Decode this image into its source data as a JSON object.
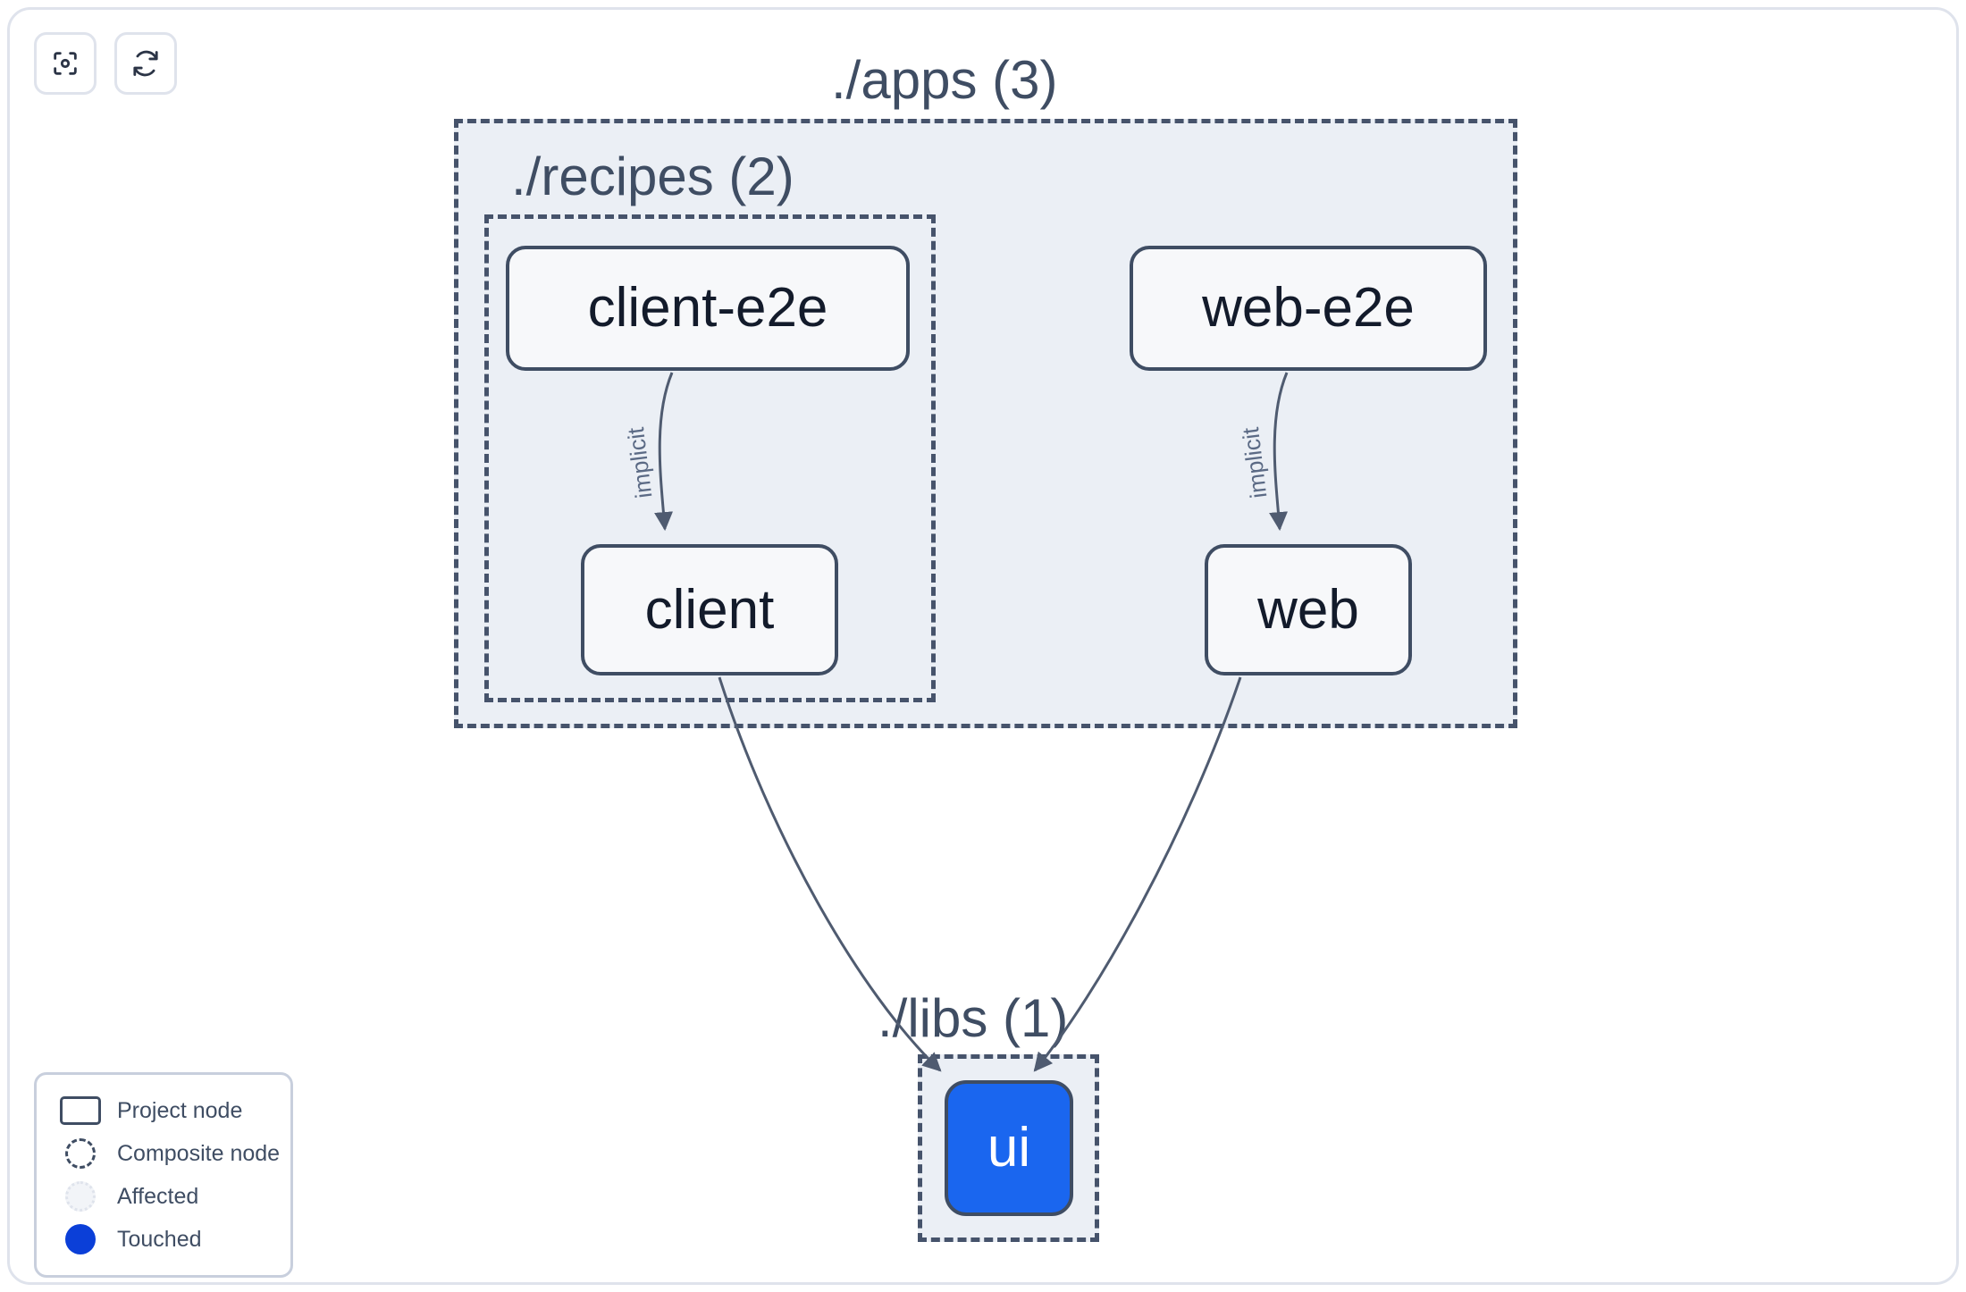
{
  "toolbar": {
    "buttons": [
      {
        "name": "focus-graph-button",
        "icon": "focus-icon",
        "label": ""
      },
      {
        "name": "refresh-graph-button",
        "icon": "refresh-icon",
        "label": ""
      }
    ]
  },
  "graph": {
    "groups": [
      {
        "id": "apps",
        "label": "./apps (3)",
        "count": 3
      },
      {
        "id": "recipes",
        "label": "./recipes (2)",
        "count": 2
      },
      {
        "id": "libs",
        "label": "./libs (1)",
        "count": 1
      }
    ],
    "nodes": [
      {
        "id": "client-e2e",
        "label": "client-e2e",
        "group": "recipes",
        "state": "normal"
      },
      {
        "id": "web-e2e",
        "label": "web-e2e",
        "group": "apps",
        "state": "normal"
      },
      {
        "id": "client",
        "label": "client",
        "group": "recipes",
        "state": "normal"
      },
      {
        "id": "web",
        "label": "web",
        "group": "apps",
        "state": "normal"
      },
      {
        "id": "ui",
        "label": "ui",
        "group": "libs",
        "state": "touched"
      }
    ],
    "edges": [
      {
        "from": "client-e2e",
        "to": "client",
        "label": "implicit"
      },
      {
        "from": "web-e2e",
        "to": "web",
        "label": "implicit"
      },
      {
        "from": "client",
        "to": "ui",
        "label": ""
      },
      {
        "from": "web",
        "to": "ui",
        "label": ""
      }
    ]
  },
  "legend": {
    "items": [
      {
        "swatch": "project-node-swatch",
        "label": "Project node"
      },
      {
        "swatch": "composite-node-swatch",
        "label": "Composite node"
      },
      {
        "swatch": "affected-swatch",
        "label": "Affected"
      },
      {
        "swatch": "touched-swatch",
        "label": "Touched"
      }
    ]
  },
  "colors": {
    "touched": "#1a66ef",
    "legend_touched": "#0b3fd8",
    "group_fill": "#ebeff5",
    "group_border": "#46536b",
    "node_border": "#3f4d63",
    "node_fill": "#f7f8fa",
    "edge": "#4f5b70",
    "text": "#131b2b",
    "panel_border": "#dfe3ec"
  }
}
